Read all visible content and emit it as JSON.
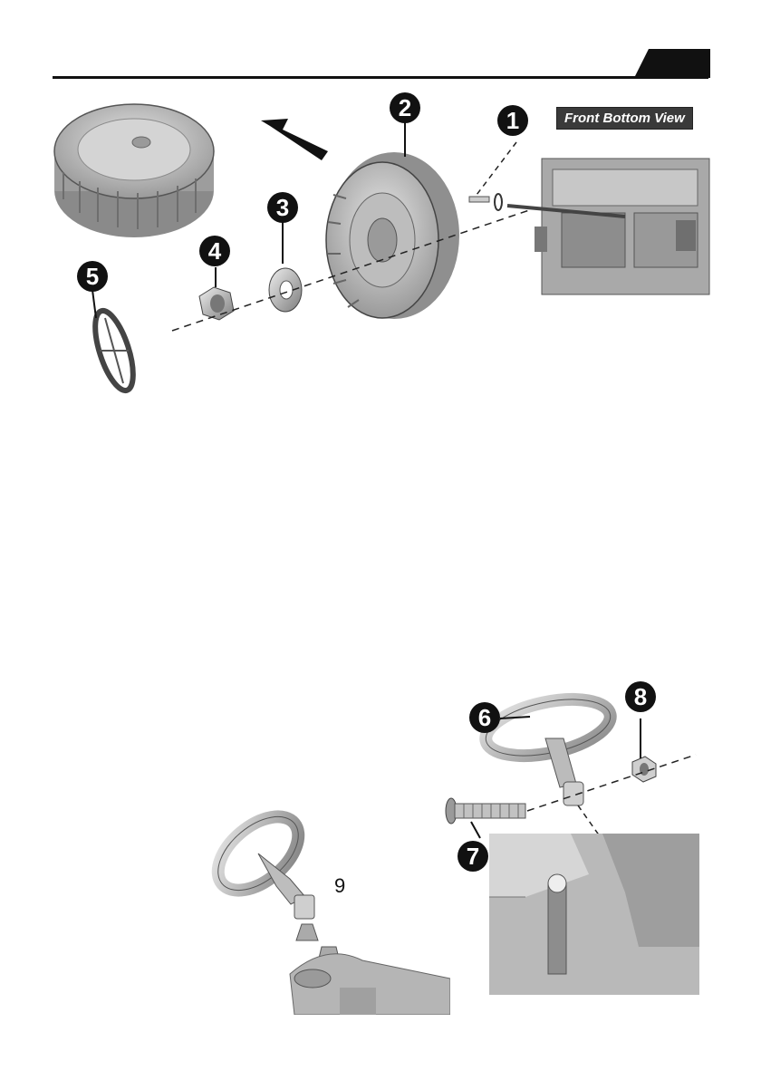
{
  "header": {
    "rule": true
  },
  "figure_top": {
    "view_label": "Front Bottom View",
    "callouts": [
      "1",
      "2",
      "3",
      "4",
      "5"
    ]
  },
  "figure_bottom": {
    "callouts": [
      "6",
      "7",
      "8"
    ],
    "step_label": "9"
  },
  "colors": {
    "ink": "#111111",
    "part_fill": "#cfcfcf",
    "part_dark": "#7a7a7a"
  }
}
